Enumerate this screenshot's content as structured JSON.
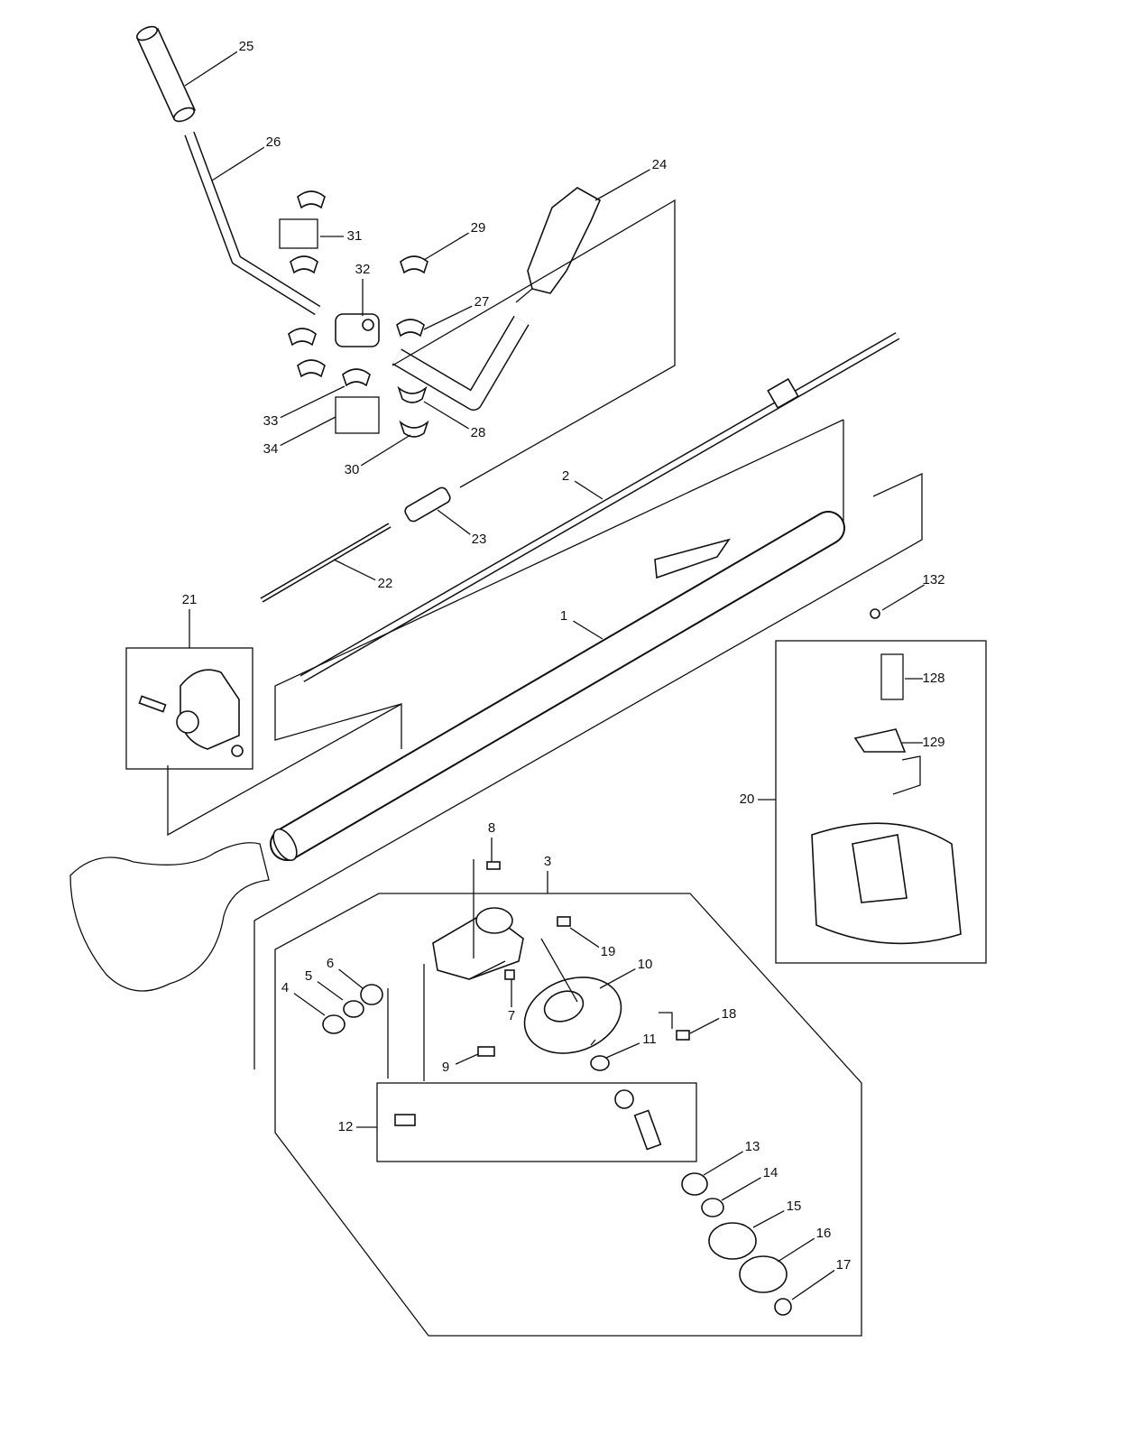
{
  "diagram": {
    "type": "exploded parts diagram",
    "part_labels": [
      "25",
      "26",
      "24",
      "29",
      "31",
      "32",
      "27",
      "33",
      "28",
      "34",
      "30",
      "2",
      "23",
      "22",
      "21",
      "1",
      "132",
      "128",
      "129",
      "20",
      "8",
      "3",
      "19",
      "6",
      "10",
      "5",
      "4",
      "7",
      "18",
      "11",
      "9",
      "12",
      "13",
      "14",
      "15",
      "16",
      "17"
    ],
    "line_color": "#111111",
    "background": "#ffffff"
  }
}
